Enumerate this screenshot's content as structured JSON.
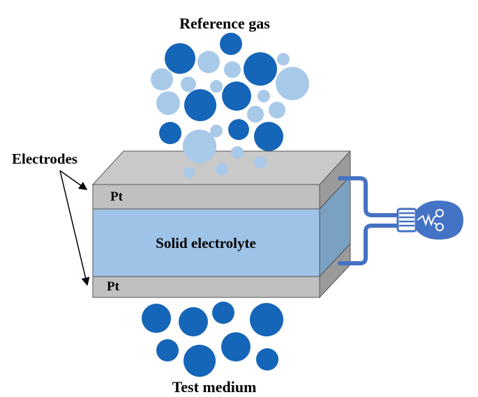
{
  "labels": {
    "reference_gas": "Reference gas",
    "electrodes": "Electrodes",
    "pt_top": "Pt",
    "pt_bottom": "Pt",
    "solid_electrolyte": "Solid electrolyte",
    "test_medium": "Test medium"
  },
  "colors": {
    "dark_molecule": "#1565b8",
    "light_molecule": "#a9c9e8",
    "electrolyte": "#9dc3e6",
    "electrolyte_side": "#7aa1c2",
    "electrode": "#c0c0c0",
    "electrode_top": "#c9c9c9",
    "electrode_side": "#9a9a9a",
    "wire": "#4472c4",
    "bulb": "#4472c4"
  },
  "icons": {
    "bulb": "light-bulb-icon"
  }
}
